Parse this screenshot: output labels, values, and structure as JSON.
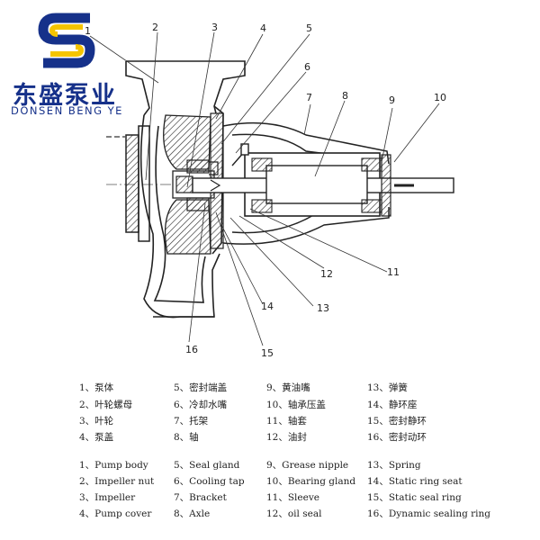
{
  "logo": {
    "name_cn": "东盛泵业",
    "name_en": "DONSEN BENG YE",
    "colors": {
      "primary": "#16318a",
      "accent": "#f5c400"
    }
  },
  "callouts": [
    "1",
    "2",
    "3",
    "4",
    "5",
    "6",
    "7",
    "8",
    "9",
    "10",
    "11",
    "12",
    "13",
    "14",
    "15",
    "16"
  ],
  "legend_cn": [
    [
      "1、泵体",
      "5、密封端盖",
      "9、黄油嘴",
      "13、弹簧"
    ],
    [
      "2、叶轮螺母",
      "6、冷却水嘴",
      "10、轴承压盖",
      "14、静环座"
    ],
    [
      "3、叶轮",
      "7、托架",
      "11、轴套",
      "15、密封静环"
    ],
    [
      "4、泵盖",
      "8、轴",
      "12、油封",
      "16、密封动环"
    ]
  ],
  "legend_en": [
    [
      "1、Pump body",
      "5、Seal gland",
      "9、Grease nipple",
      "13、Spring"
    ],
    [
      "2、Impeller nut",
      "6、Cooling tap",
      "10、Bearing gland",
      "14、Static ring seat"
    ],
    [
      "3、Impeller",
      "7、Bracket",
      "11、Sleeve",
      "15、Static seal ring"
    ],
    [
      "4、Pump cover",
      "8、Axle",
      "12、oil seal",
      "16、Dynamic sealing ring"
    ]
  ]
}
